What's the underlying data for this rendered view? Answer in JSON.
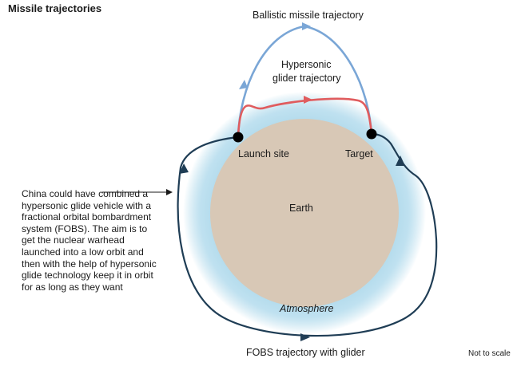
{
  "title": "Missile trajectories",
  "labels": {
    "ballistic": "Ballistic missile trajectory",
    "hypersonic": [
      "Hypersonic",
      "glider trajectory"
    ],
    "launch_site": "Launch site",
    "target": "Target",
    "earth": "Earth",
    "atmosphere": "Atmosphere",
    "fobs": "FOBS trajectory with glider",
    "not_to_scale": "Not to scale"
  },
  "annotation": "China could have combined a hypersonic glide vehicle with a fractional orbital bombardment system (FOBS). The aim is to get the nuclear warhead launched into a low orbit and then with the help of hypersonic glide technology keep it in orbit for as long as they want",
  "colors": {
    "earth": "#d8c8b6",
    "atmosphere": "#add8ea",
    "ballistic": "#7aa6d6",
    "hypersonic": "#e05c5e",
    "fobs": "#1f3d55",
    "marker": "#000000"
  }
}
